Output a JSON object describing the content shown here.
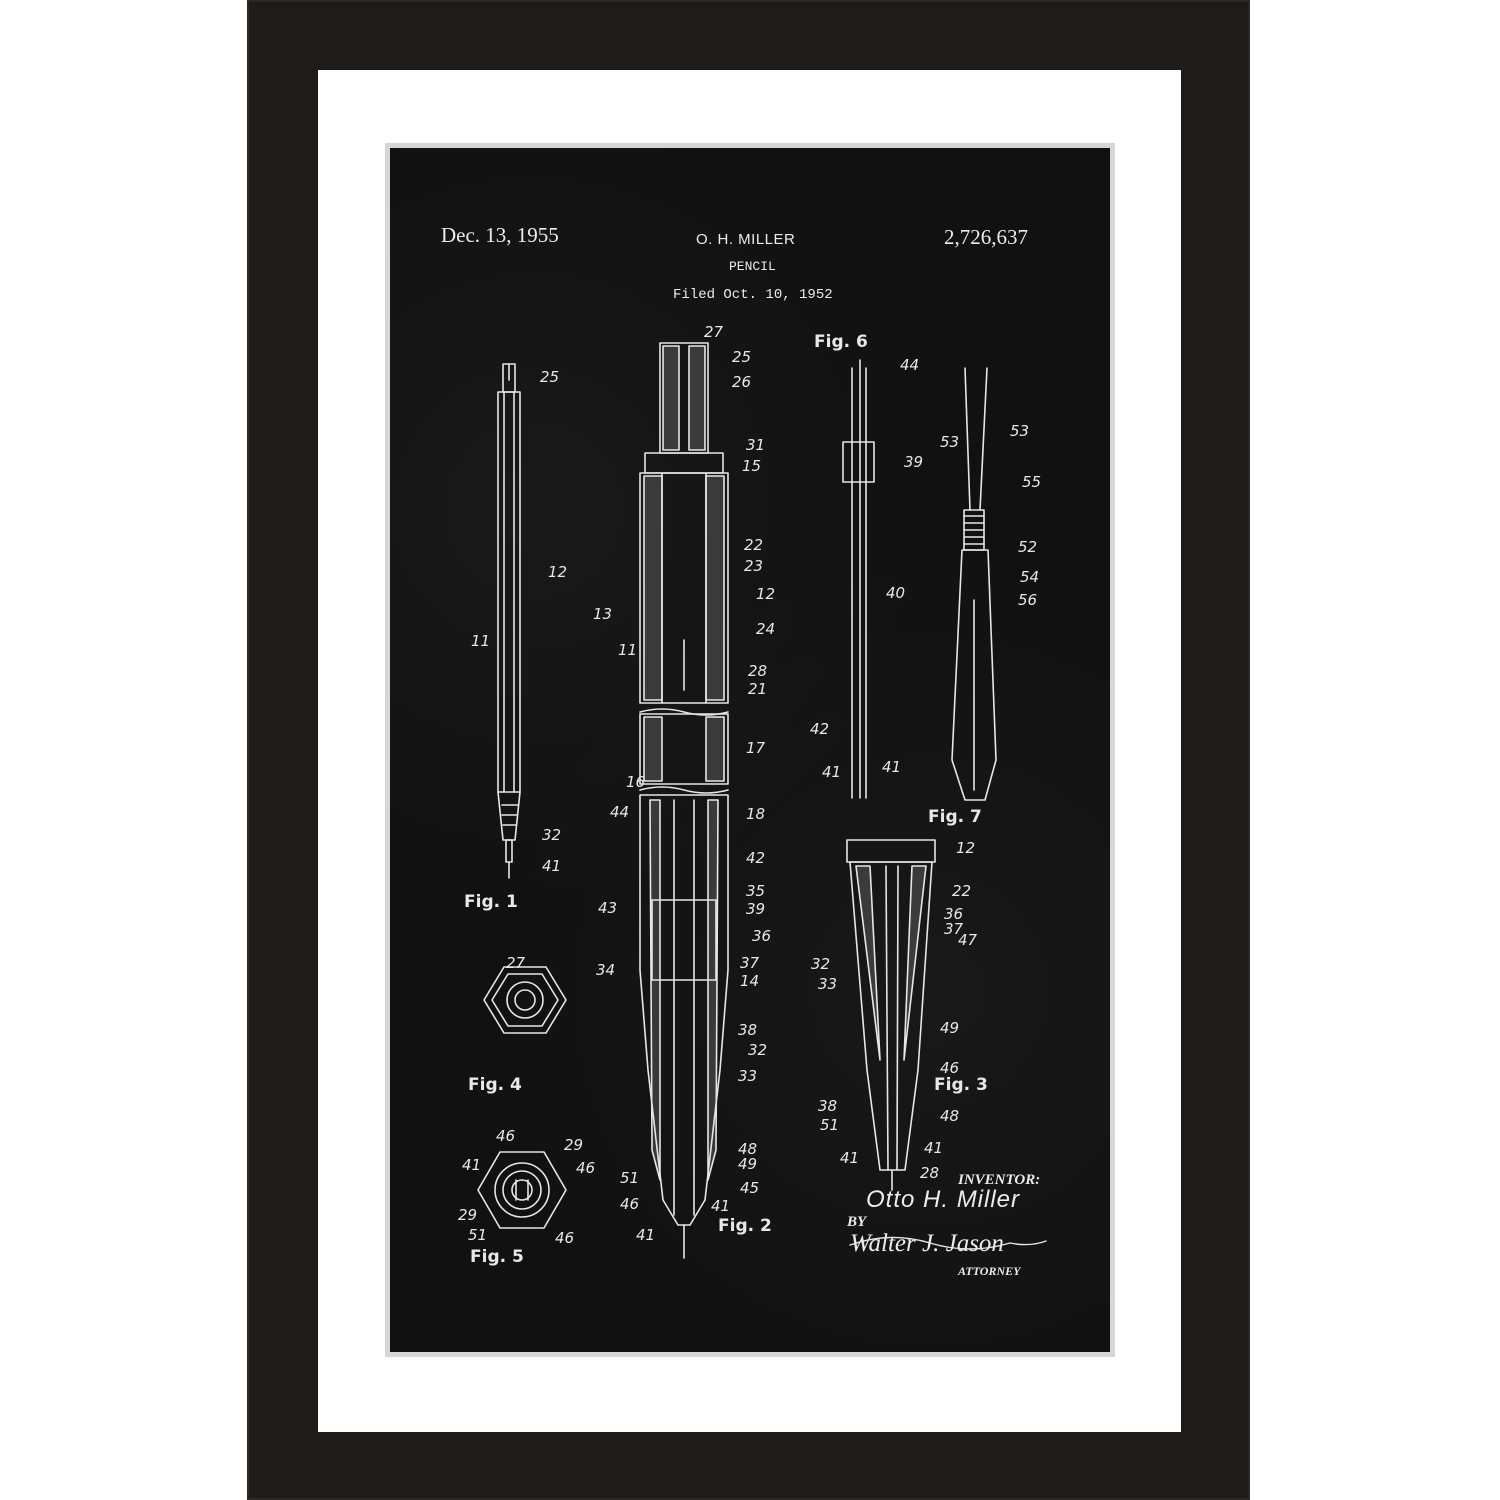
{
  "header": {
    "date": "Dec. 13, 1955",
    "inventor_name": "O. H. MILLER",
    "title": "PENCIL",
    "filed": "Filed Oct. 10, 1952",
    "patent_number": "2,726,637"
  },
  "figures": {
    "fig1": "Fig. 1",
    "fig2": "Fig. 2",
    "fig3": "Fig. 3",
    "fig4": "Fig. 4",
    "fig5": "Fig. 5",
    "fig6": "Fig. 6",
    "fig7": "Fig. 7"
  },
  "signature": {
    "inventor_label": "INVENTOR:",
    "inventor_signature": "Otto H. Miller",
    "by": "BY",
    "attorney_signature": "Walter J. Jason",
    "attorney_label": "ATTORNEY"
  },
  "colors": {
    "frame": "#1e1b19",
    "mat": "#ffffff",
    "print_background": "#111111",
    "line_art": "#e8e8e8"
  },
  "reference_numerals": {
    "fig1": [
      "25",
      "12",
      "11",
      "32",
      "41"
    ],
    "fig2": [
      "27",
      "25",
      "26",
      "31",
      "15",
      "22",
      "23",
      "12",
      "13",
      "24",
      "11",
      "28",
      "21",
      "17",
      "16",
      "44",
      "18",
      "42",
      "43",
      "35",
      "39",
      "36",
      "34",
      "37",
      "14",
      "38",
      "32",
      "33",
      "48",
      "49",
      "51",
      "45",
      "46",
      "41"
    ],
    "fig3": [
      "12",
      "22",
      "36",
      "37",
      "47",
      "32",
      "33",
      "49",
      "46",
      "38",
      "48",
      "51",
      "41",
      "41",
      "28"
    ],
    "fig4": [
      "27"
    ],
    "fig5": [
      "46",
      "29",
      "41",
      "46",
      "29",
      "51",
      "46"
    ],
    "fig6": [
      "44",
      "39",
      "40",
      "42",
      "41",
      "41"
    ],
    "fig7": [
      "53",
      "53",
      "55",
      "52",
      "54",
      "56"
    ]
  }
}
